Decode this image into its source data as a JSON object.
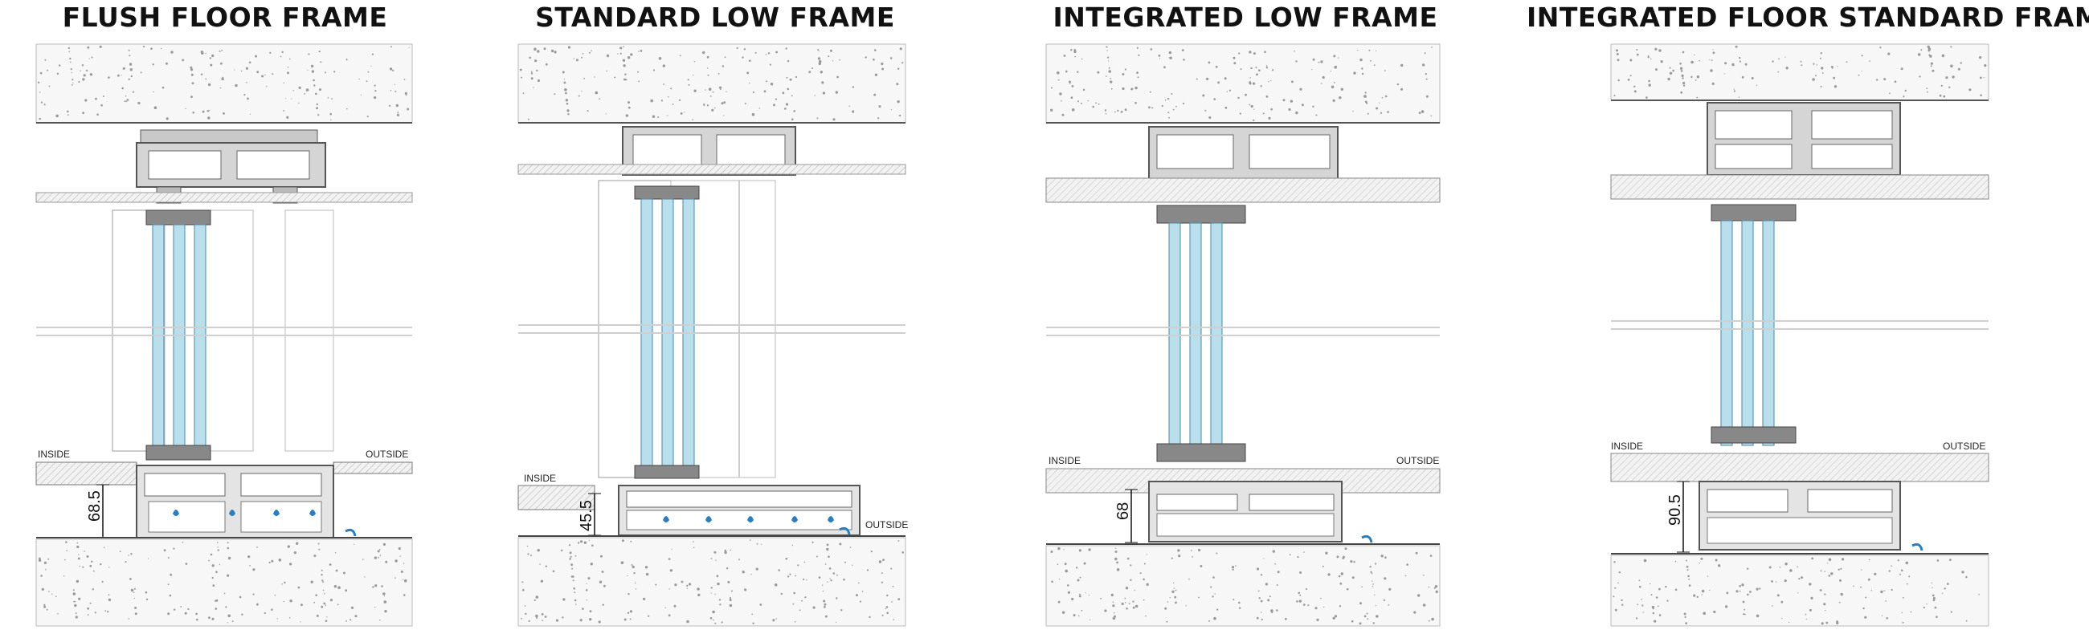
{
  "panels": [
    {
      "title": "FLUSH FLOOR FRAME",
      "inside": "INSIDE",
      "outside": "OUTSIDE",
      "dimension": "68.5"
    },
    {
      "title": "STANDARD LOW FRAME",
      "inside": "INSIDE",
      "outside": "OUTSIDE",
      "dimension": "45.5"
    },
    {
      "title": "INTEGRATED LOW FRAME",
      "inside": "INSIDE",
      "outside": "OUTSIDE",
      "dimension": "68"
    },
    {
      "title": "INTEGRATED FLOOR STANDARD FRAME",
      "inside": "INSIDE",
      "outside": "OUTSIDE",
      "dimension": "90.5"
    }
  ],
  "colors": {
    "glass": "#b9dfec",
    "aluminium": "#a9a9a9",
    "concrete_dots": "#9a9a9a",
    "drain": "#2b7fc0"
  }
}
